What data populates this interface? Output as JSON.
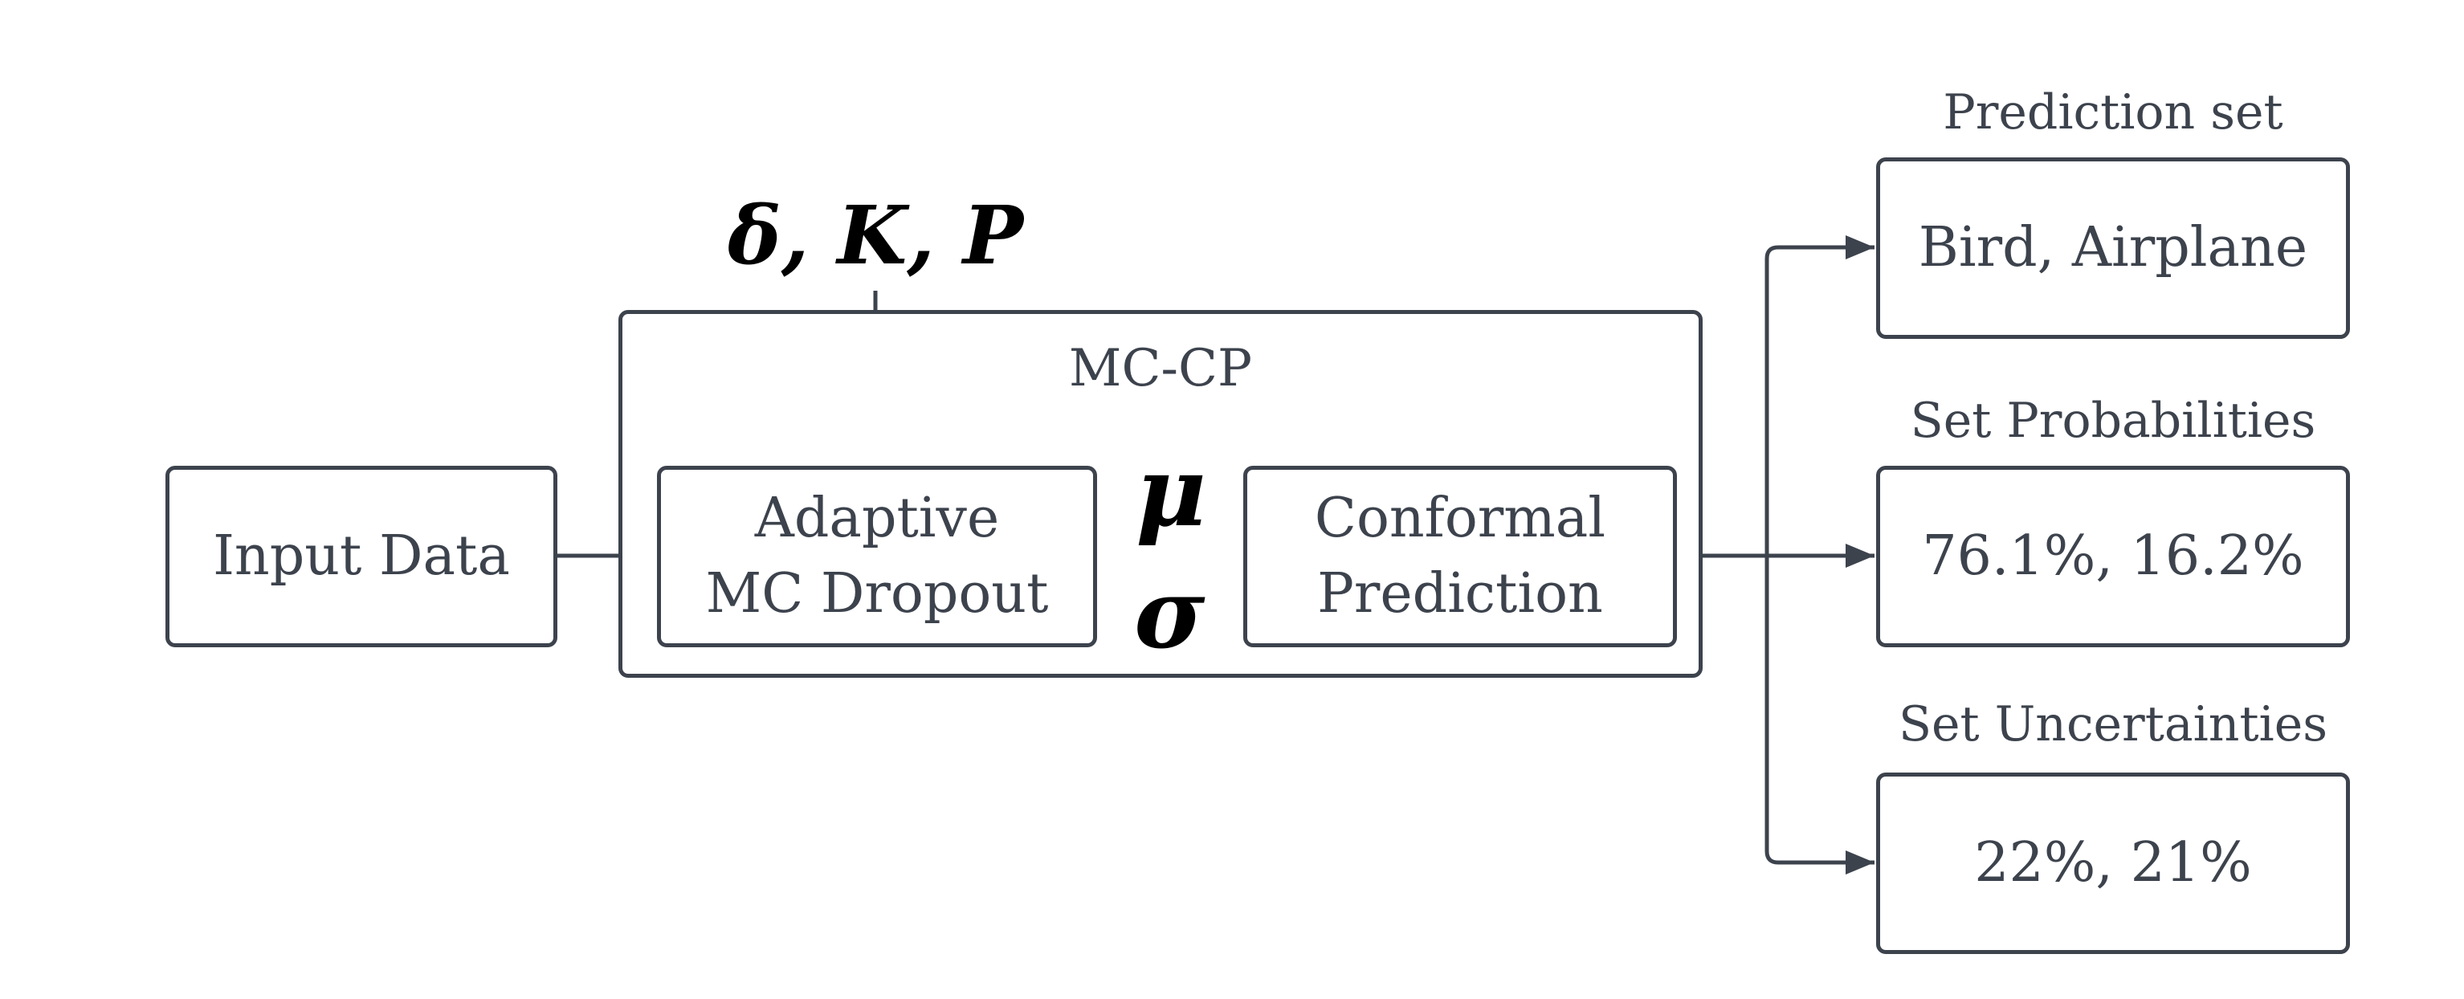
{
  "params_label": "δ, K, P",
  "mc_cp": {
    "title": "MC-CP",
    "adaptive_line1": "Adaptive",
    "adaptive_line2": "MC Dropout",
    "conformal_line1": "Conformal",
    "conformal_line2": "Prediction"
  },
  "input_label": "Input Data",
  "mu_symbol": "μ",
  "sigma_symbol": "σ",
  "outputs": [
    {
      "header": "Prediction set",
      "value": "Bird, Airplane"
    },
    {
      "header": "Set Probabilities",
      "value": "76.1%, 16.2%"
    },
    {
      "header": "Set Uncertainties",
      "value": "22%, 21%"
    }
  ]
}
